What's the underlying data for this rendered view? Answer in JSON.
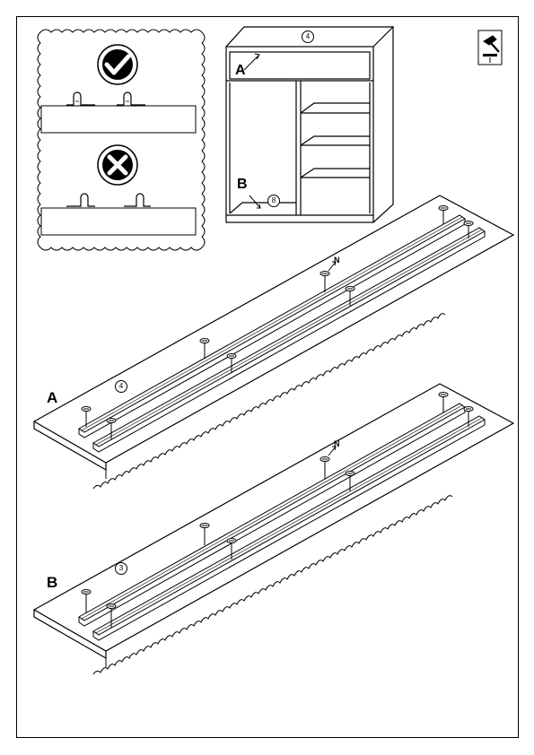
{
  "labels": {
    "cabinet_a": "A",
    "cabinet_b": "B",
    "panel_a": "A",
    "panel_b": "B",
    "screw_n": "N"
  },
  "part_numbers": {
    "cabinet_top": "4",
    "cabinet_bottom": "8",
    "panel_a": "4",
    "panel_b": "3"
  },
  "icons": {
    "correct": "check-icon",
    "wrong": "cross-icon",
    "tool": "hammer-icon"
  }
}
